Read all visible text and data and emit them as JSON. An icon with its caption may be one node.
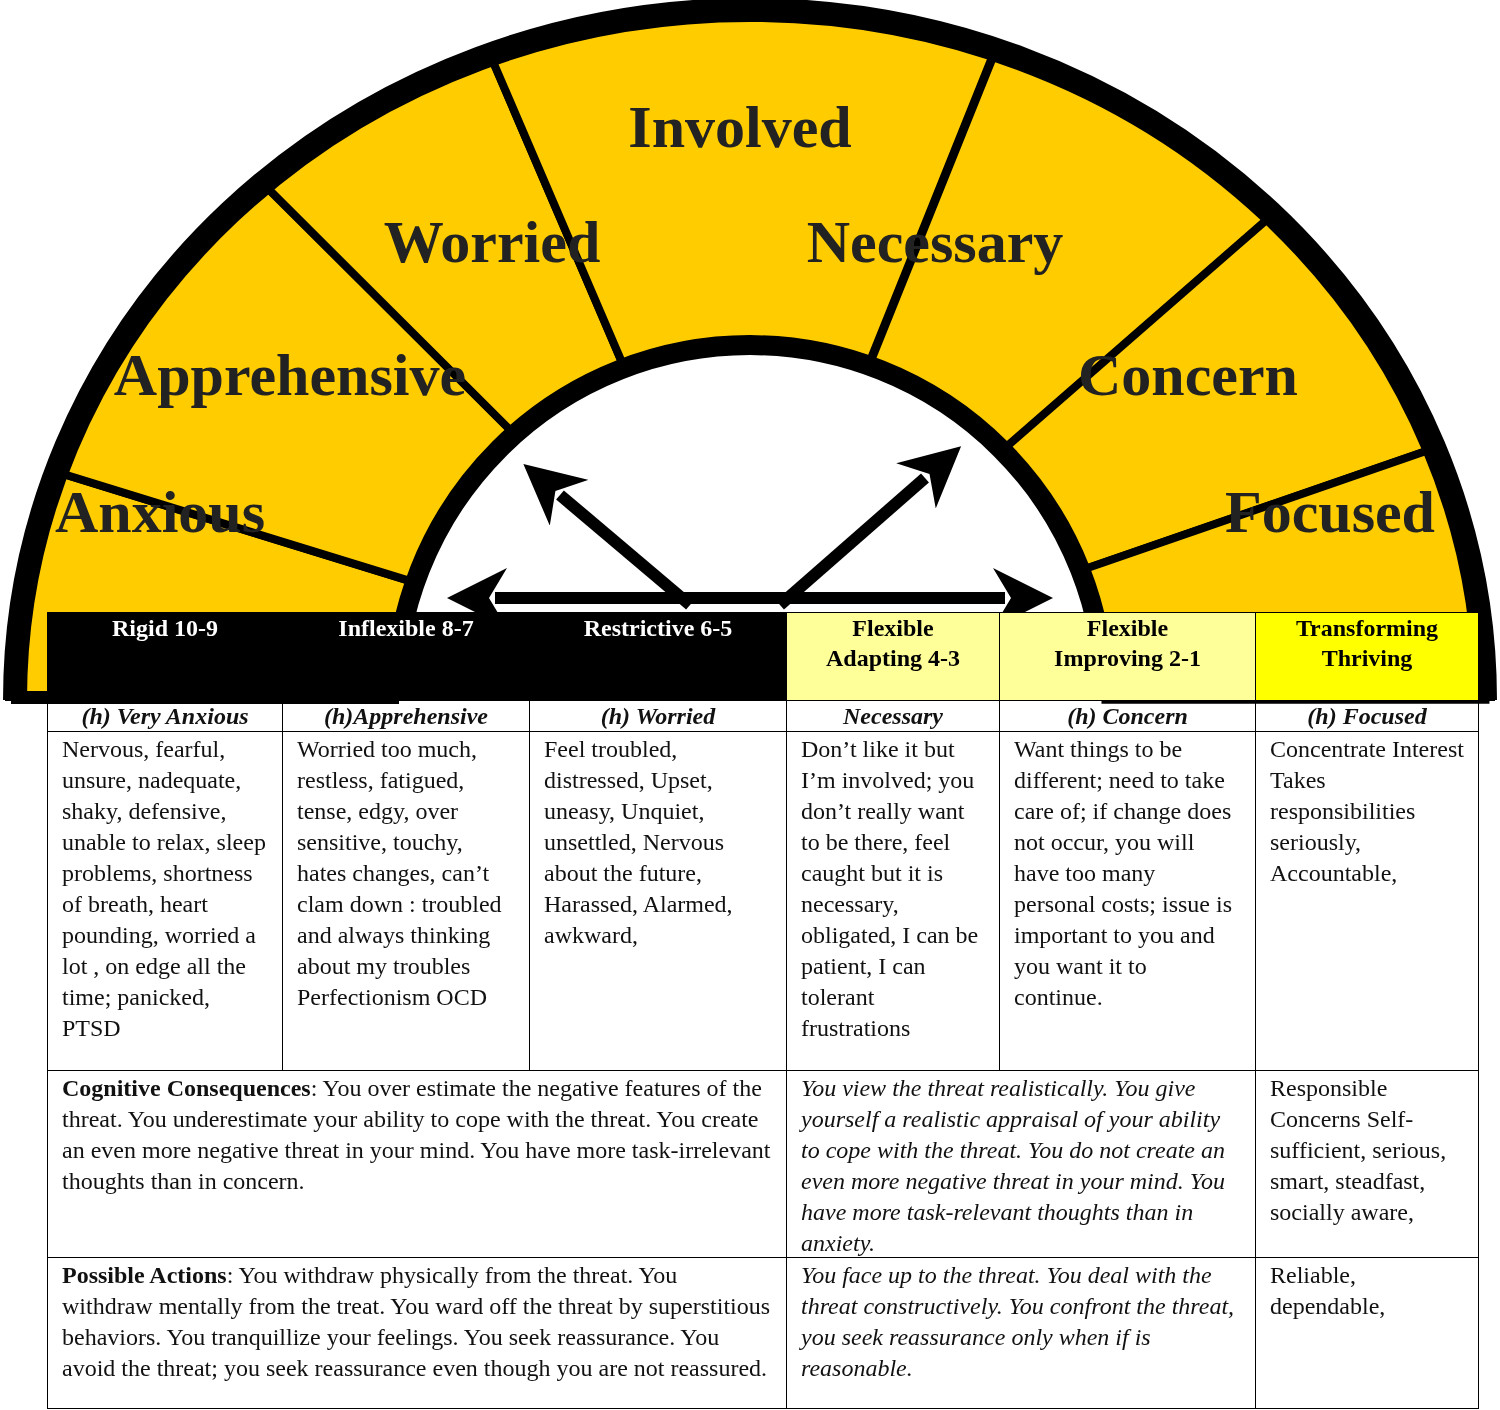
{
  "diagram": {
    "nodes": [
      {
        "text": [
          "Anxious"
        ]
      },
      {
        "text": [
          "Apprehensive"
        ]
      },
      {
        "text": [
          "Worried"
        ]
      },
      {
        "text": [
          "Involved"
        ]
      },
      {
        "text": [
          "Necessary"
        ]
      },
      {
        "text": [
          "Concern"
        ]
      },
      {
        "text": [
          "Focused"
        ]
      }
    ],
    "labels": [
      "Rigid 10-9",
      "Inflexible 8-7",
      "Restrictive 6-5",
      "Flexible Adapting 4-3",
      "Flexible Improving 2-1",
      "Transforming Thriving",
      "(h) Very Anxious",
      "(h)Apprehensive",
      "(h) Worried",
      "Necessary",
      "(h) Concern",
      "(h) Focused",
      "Nervous, fearful, unsure, nadequate, shaky, defensive, unable to relax, sleep problems, shortness of breath, heart pounding, worried a lot , on edge all the time; panicked, PTSD",
      "Worried too much, restless, fatigued, tense, edgy, over sensitive, touchy, hates changes, can’t clam down : troubled and always thinking about my troubles Perfectionism OCD",
      "Feel troubled, distressed, Upset, uneasy, Unquiet, unsettled, Nervous about the future, Harassed, Alarmed, awkward,",
      "Don’t like it but I’m involved; you don’t really want to be there, feel caught but it is necessary, obligated, I can be patient, I can tolerant frustrations",
      "Want things to be different; need to take care of; if change does not occur, you will have too many personal costs; issue is important to you and you want it to continue.",
      "Concentrate Interest Takes responsibilities seriously, Accountable,",
      "**Cognitive Consequences**: You over estimate the negative features of the threat. You underestimate your ability to cope with the threat. You create an even more negative threat in your mind. You have more task-irrelevant thoughts than in concern.",
      "You view the threat realistically.  You give yourself a realistic appraisal of your ability to cope with the threat.  You do not create an even more negative threat in your mind. You have more task-relevant thoughts than in anxiety.",
      "Responsible Concerns Self-sufficient, serious, smart, steadfast, socially aware,",
      "**Possible Actions**: You withdraw physically from the threat.  You withdraw mentally from the treat.  You ward off the threat by superstitious behaviors.  You tranquillize your feelings.  You seek reassurance.  You avoid the threat; you seek reassurance even though you are not reassured.",
      "You face up to the threat.  You deal with the threat constructively.  You confront the threat, you seek reassurance only when if is reasonable.",
      "Reliable, dependable,"
    ]
  }
}
